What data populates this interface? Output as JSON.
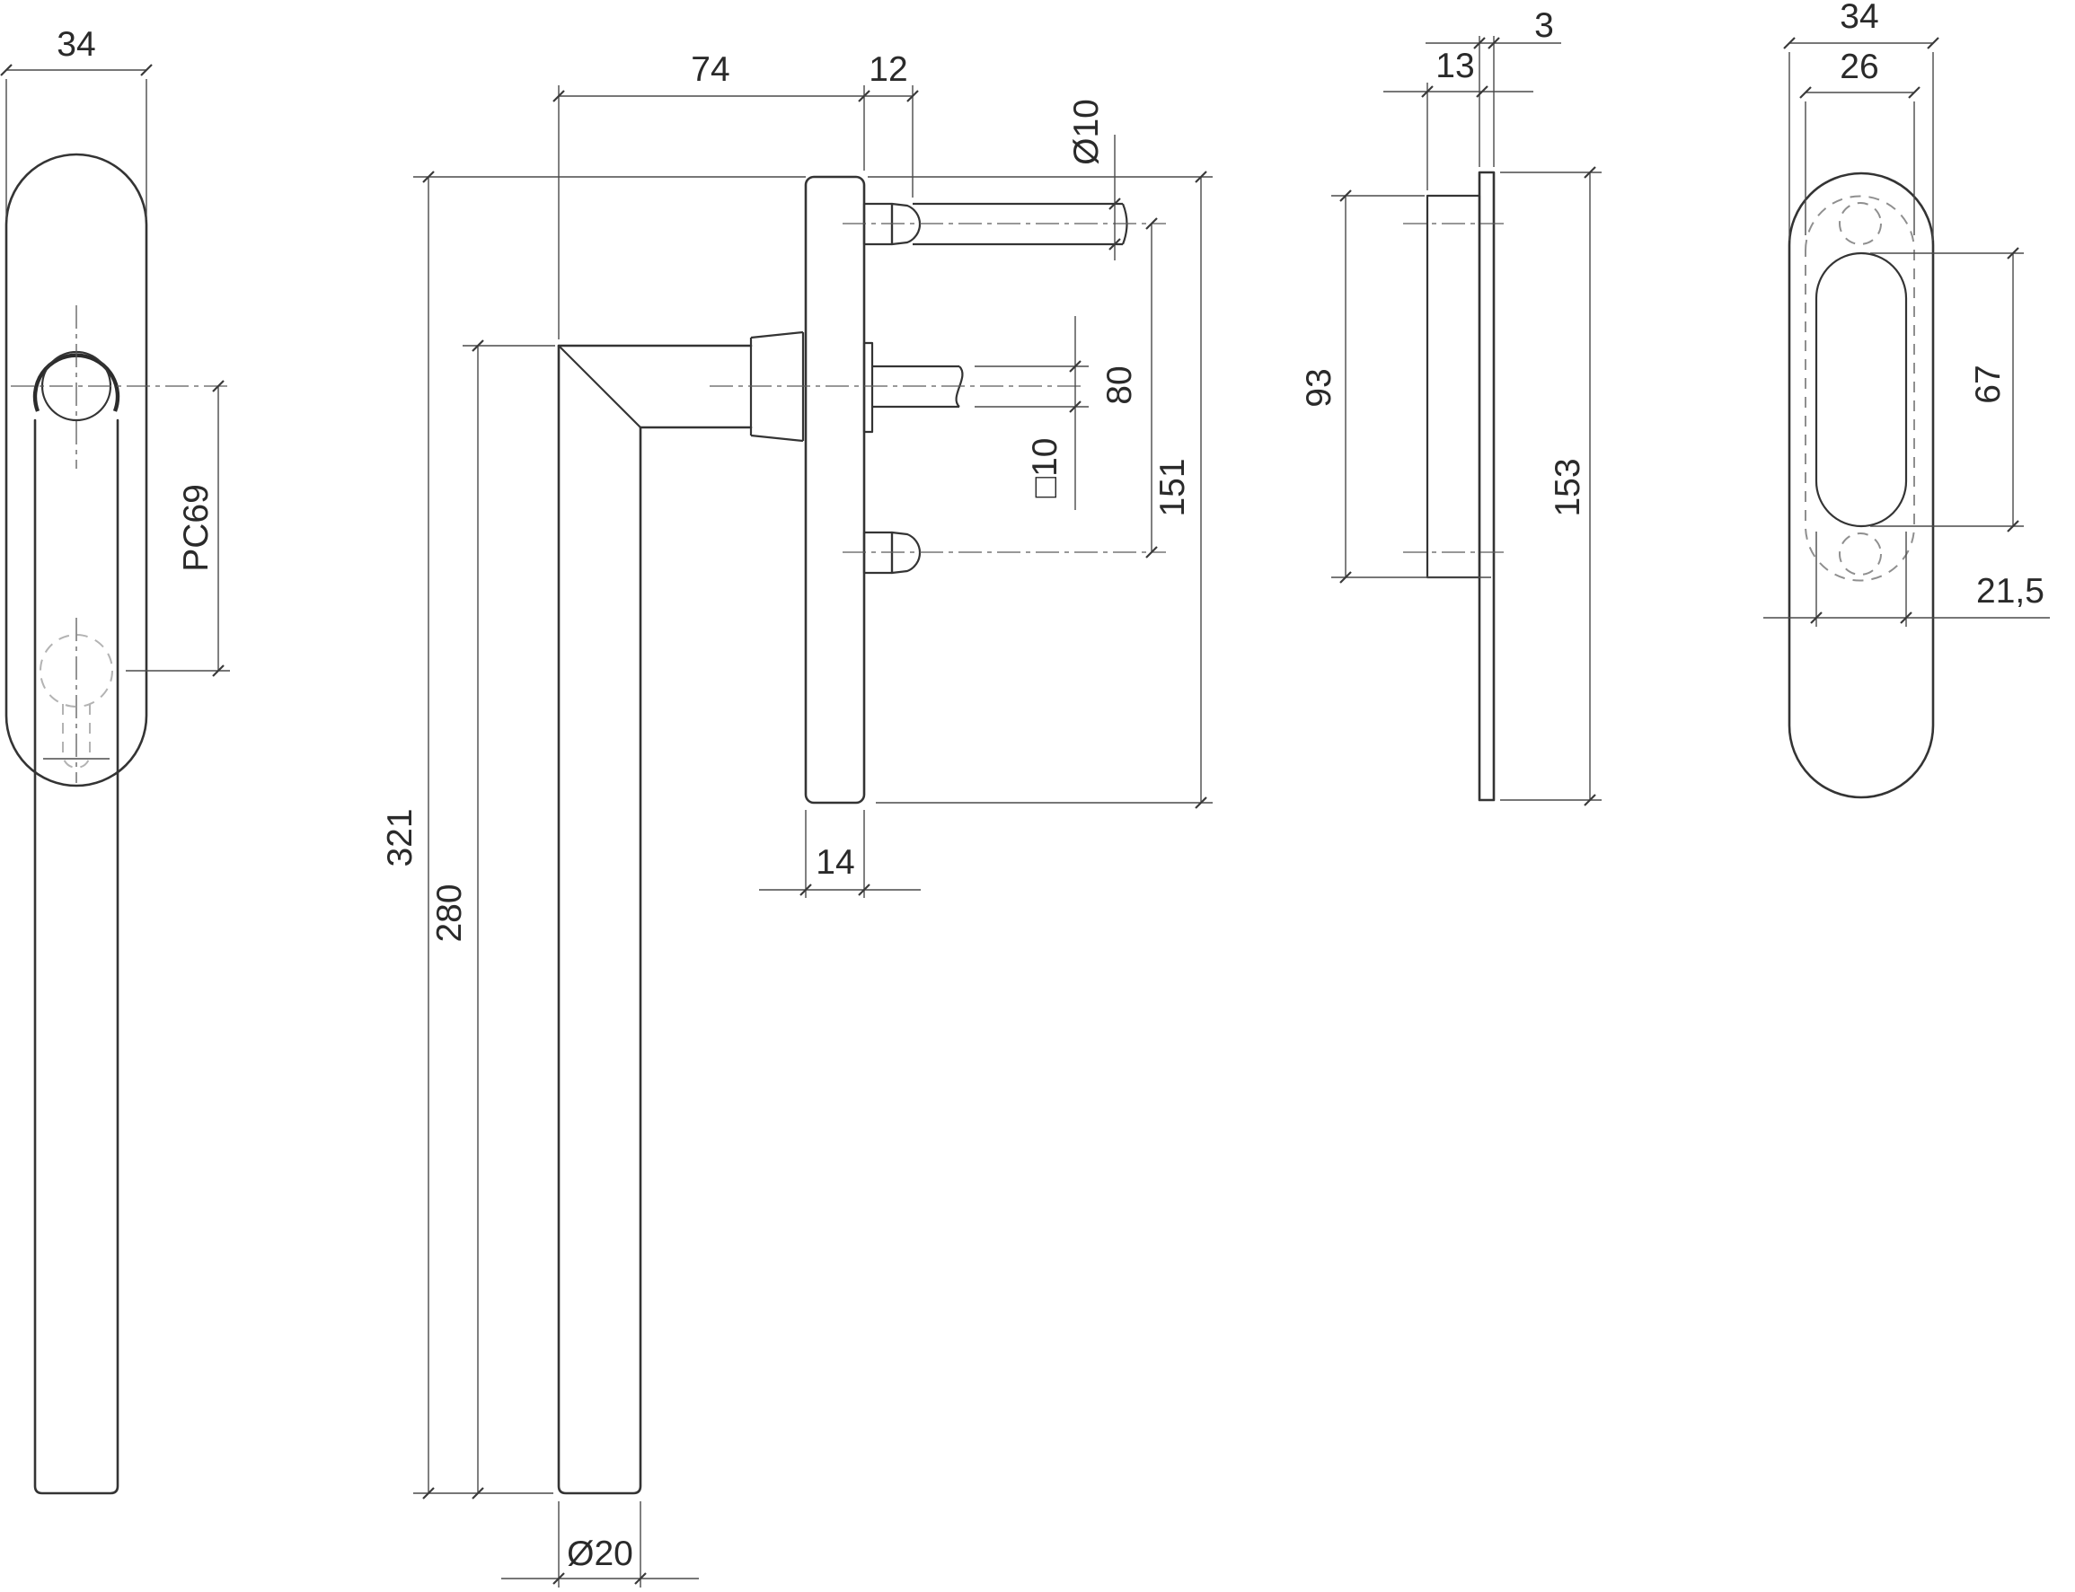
{
  "drawing_type": "technical-dimension-drawing",
  "views": {
    "handle_front": {
      "label": "handle front view",
      "dims": {
        "plate_width": "34",
        "cylinder_distance": "PC69"
      }
    },
    "handle_side": {
      "label": "handle side view with rosette",
      "dims": {
        "neck_length": "74",
        "boss_length": "12",
        "screw_dia": "Ø10",
        "screw_spacing": "80",
        "spindle_size": "□10",
        "rosette_height": "151",
        "rosette_depth": "14",
        "total_height": "321",
        "grip_length": "280",
        "grip_dia": "Ø20"
      }
    },
    "plate_side": {
      "label": "backplate side view",
      "dims": {
        "plate_thickness": "3",
        "insert_depth": "13",
        "insert_height": "93",
        "plate_height": "153"
      }
    },
    "plate_front": {
      "label": "backplate front view",
      "dims": {
        "plate_width": "34",
        "recess_width": "26",
        "slot_height": "67",
        "slot_width": "21,5"
      }
    }
  }
}
